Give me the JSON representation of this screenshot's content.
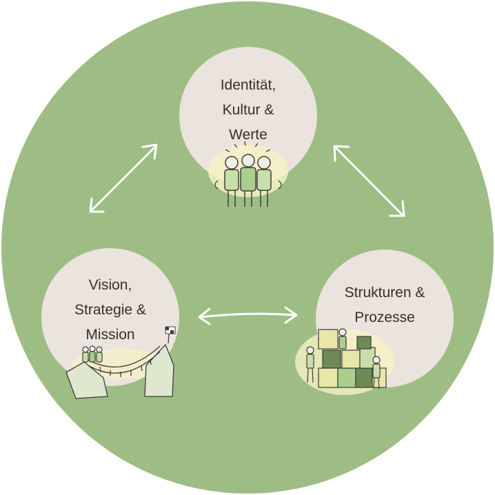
{
  "diagram": {
    "nodes": [
      {
        "id": "top",
        "label": "Identität,\nKultur &\nWerte"
      },
      {
        "id": "left",
        "label": "Vision,\nStrategie &\nMission"
      },
      {
        "id": "right",
        "label": "Strukturen &\nProzesse"
      }
    ],
    "connections": [
      {
        "from": "left",
        "to": "top",
        "type": "bidirectional"
      },
      {
        "from": "top",
        "to": "right",
        "type": "bidirectional"
      },
      {
        "from": "left",
        "to": "right",
        "type": "bidirectional"
      }
    ],
    "colors": {
      "background_circle": "#9dbd84",
      "node_fill": "#ebe3de",
      "text": "#3a2e26",
      "arrow": "#ffffff"
    }
  }
}
